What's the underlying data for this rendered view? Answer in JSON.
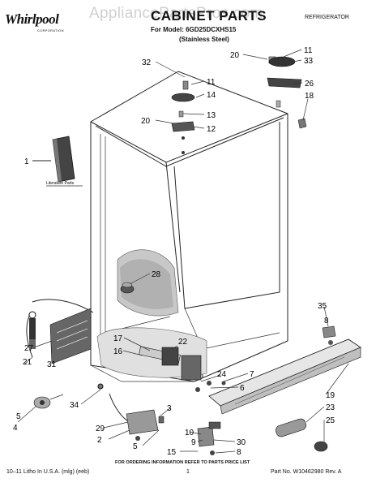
{
  "header": {
    "brand": "Whirlpool",
    "brand_sub": "CORPORATION",
    "title": "CABINET PARTS",
    "model_line": "For Model: 6GD25DCXHS15",
    "finish_line": "(Stainless Steel)",
    "category": "REFRIGERATOR",
    "watermark": "AppliancePartsPros.com"
  },
  "diagram": {
    "literature_label": "Literature Parts",
    "callouts": [
      "32",
      "11",
      "14",
      "13",
      "20",
      "12",
      "11",
      "20",
      "33",
      "26",
      "18",
      "1",
      "28",
      "35",
      "8",
      "17",
      "22",
      "16",
      "27",
      "31",
      "24",
      "7",
      "6",
      "21",
      "19",
      "34",
      "3",
      "23",
      "4",
      "29",
      "10",
      "25",
      "5",
      "2",
      "5",
      "9",
      "30",
      "15",
      "8"
    ]
  },
  "footer": {
    "order_note": "FOR ORDERING INFORMATION REFER TO PARTS PRICE LIST",
    "litho": "10–11 Litho In U.S.A. (mlg) (eeb)",
    "page": "1",
    "part_no": "Part No. W10462980 Rev. A"
  }
}
